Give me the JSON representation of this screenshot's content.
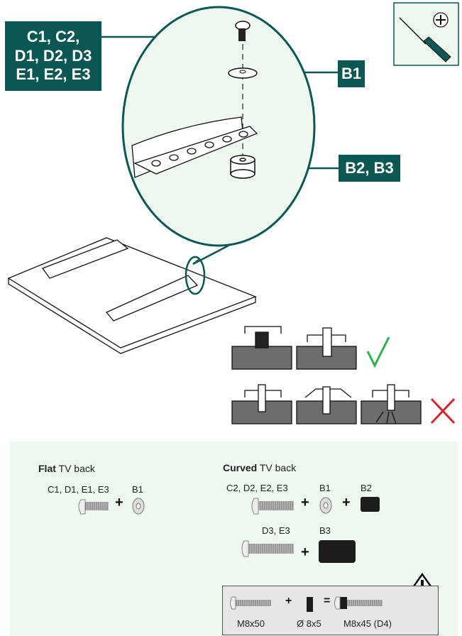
{
  "callouts": {
    "screws": [
      "C1, C2,",
      "D1, D2, D3",
      "E1, E2, E3"
    ],
    "washer": "B1",
    "spacer": "B2, B3"
  },
  "colors": {
    "accent": "#0b5753",
    "panel_bg": "#eef8ee",
    "check": "#2db34a",
    "cross": "#d9262c"
  },
  "flat": {
    "heading_bold": "Flat",
    "heading_rest": " TV back",
    "screw_label": "C1, D1, E1, E3",
    "washer_label": "B1",
    "plus": "+"
  },
  "curved": {
    "heading_bold": "Curved",
    "heading_rest": " TV back",
    "row1": {
      "screw_label": "C2, D2, E2, E3",
      "washer_label": "B1",
      "spacer_label": "B2"
    },
    "row2": {
      "screw_label": "D3, E3",
      "spacer_label": "B3"
    },
    "plus": "+"
  },
  "warning": {
    "screw": "M8x50",
    "spacer": "Ø 8x5",
    "result": "M8x45 (D4)",
    "plus": "+",
    "equals": "="
  }
}
